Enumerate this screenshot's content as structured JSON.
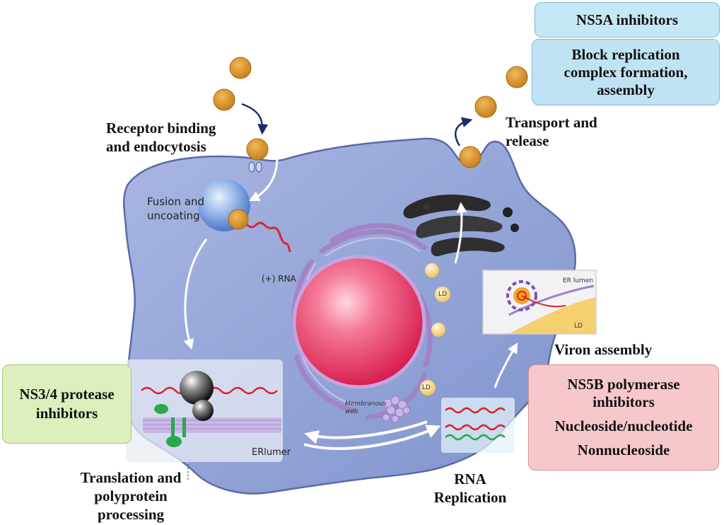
{
  "labels": {
    "receptor_binding": [
      "Receptor binding",
      "and endocytosis"
    ],
    "transport_release": [
      "Transport and",
      "release"
    ],
    "fusion_uncoating": [
      "Fusion and",
      "uncoating"
    ],
    "rna_plus": "(+) RNA",
    "translation": [
      "Translation and",
      "polyprotein",
      "processing"
    ],
    "rna_replication": [
      "RNA",
      "Replication"
    ],
    "viron_assembly": "Viron assembly",
    "er_lumen_bottom": "ERlumer",
    "er_lumen_inset": "ER lumen",
    "ld": "LD",
    "membranous_web": [
      "Membranous",
      "web"
    ]
  },
  "boxes": {
    "ns5a_title": "NS5A inhibitors",
    "ns5a_body": [
      "Block replication",
      "complex formation,",
      "assembly"
    ],
    "ns34": [
      "NS3/4 protease",
      "inhibitors"
    ],
    "ns5b_title": [
      "NS5B polymerase",
      "inhibitors"
    ],
    "ns5b_nucleoside": "Nucleoside/nucleotide",
    "ns5b_nonnucleoside": "Nonnucleoside"
  },
  "colors": {
    "cell_fill": "#8fa0d4",
    "virion": "#d9952a",
    "nucleus": "#f0506e",
    "ns5a_box": "#bfe3f3",
    "ns34_box": "#d9eeb4",
    "ns5b_box": "#f7c8cb",
    "rna_red": "#d9262c",
    "rna_green": "#2aa84a",
    "er_purple": "#a37fc3"
  }
}
